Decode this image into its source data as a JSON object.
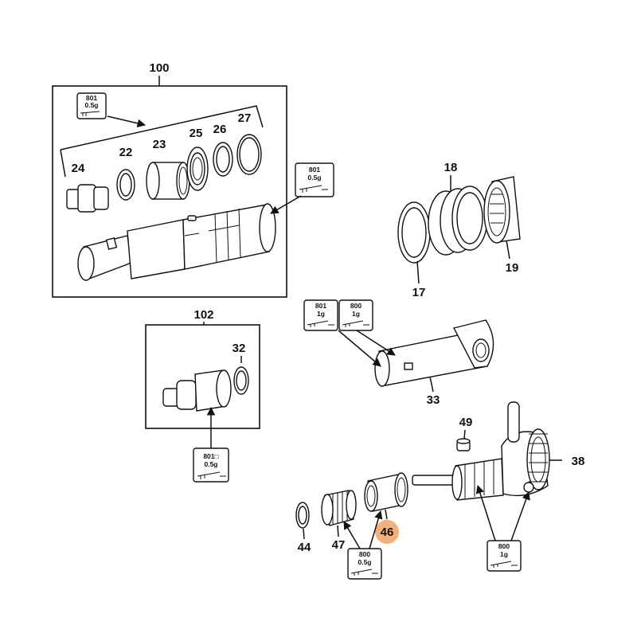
{
  "diagram": {
    "groups": [
      {
        "id": "group-100",
        "label": "100"
      },
      {
        "id": "group-102",
        "label": "102"
      }
    ],
    "part_labels": {
      "p24": "24",
      "p22": "22",
      "p23": "23",
      "p25": "25",
      "p26": "26",
      "p27": "27",
      "p18": "18",
      "p17": "17",
      "p19": "19",
      "p33": "33",
      "p32": "32",
      "p49": "49",
      "p38": "38",
      "p44": "44",
      "p47": "47",
      "p46": "46"
    },
    "highlight": {
      "label": "46",
      "color": "#f3b07a"
    },
    "lubricant_tags": {
      "tag_g100": {
        "code": "801",
        "amount": "0.5g"
      },
      "tag_shaft": {
        "code": "801",
        "amount": "0.5g"
      },
      "tag_33a": {
        "code": "801",
        "amount": "1g"
      },
      "tag_33b": {
        "code": "800",
        "amount": "1g"
      },
      "tag_g102": {
        "code": "801□",
        "amount": "0.5g"
      },
      "tag_4647": {
        "code": "800",
        "amount": "0.5g"
      },
      "tag_38": {
        "code": "800",
        "amount": "1g"
      }
    },
    "colors": {
      "line": "#111111",
      "background": "#ffffff"
    }
  }
}
